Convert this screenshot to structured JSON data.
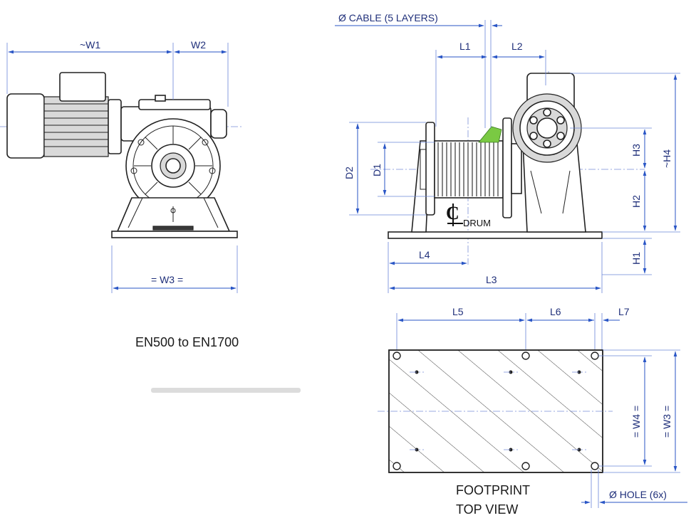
{
  "labels": {
    "w1": "~W1",
    "w2": "W2",
    "w3_side": "= W3 =",
    "cable": "Ø CABLE (5 LAYERS)",
    "l1": "L1",
    "l2": "L2",
    "d1": "D1",
    "d2": "D2",
    "h1": "H1",
    "h2": "H2",
    "h3": "H3",
    "h4": "~H4",
    "l3": "L3",
    "l4": "L4",
    "drum": "DRUM",
    "l5": "L5",
    "l6": "L6",
    "l7": "L7",
    "w4_top": "= W4 =",
    "w3_top": "= W3 =",
    "hole": "Ø HOLE (6x)"
  },
  "captions": {
    "model_range": "EN500 to EN1700",
    "footprint_line1": "FOOTPRINT",
    "footprint_line2": "TOP VIEW"
  },
  "colors": {
    "dimension": "#1f2f7a",
    "dimension_line": "#2a56c6",
    "outline": "#222222",
    "cable_highlight": "#7ac943"
  }
}
